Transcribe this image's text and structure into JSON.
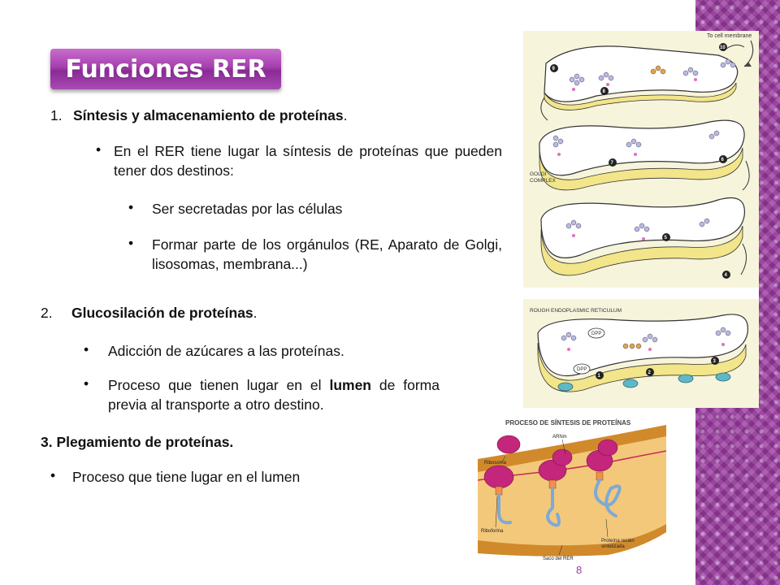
{
  "title": "Funciones RER",
  "section1": {
    "number": "1.",
    "heading": "Síntesis y almacenamiento de proteínas",
    "period": ".",
    "bullet1": "En el RER tiene lugar la síntesis de proteínas que pueden tener dos destinos:",
    "sub1": "Ser secretadas por las células",
    "sub2": "Formar parte de los orgánulos (RE, Aparato de Golgi, lisosomas, membrana...)"
  },
  "section2": {
    "number": "2.",
    "heading": "Glucosilación de proteínas",
    "period": ".",
    "bullet1": "Adicción de azúcares a las proteínas.",
    "bullet2_pre": "Proceso que tienen lugar en el ",
    "bullet2_bold": "lumen",
    "bullet2_post": " de forma previa al transporte a otro destino."
  },
  "section3": {
    "heading": "3. Plegamiento de proteínas.",
    "bullet1": "Proceso que tiene lugar en el lumen"
  },
  "figure_top": {
    "to_cell_membrane": "To cell membrane",
    "golgi_label_1": "GOLGI",
    "golgi_label_2": "COMPLEX",
    "rer_label": "ROUGH ENDOPLASMIC RETICULUM",
    "dpp1": "DPP",
    "dpp2": "DPP",
    "steps": [
      "1",
      "2",
      "3",
      "4",
      "5",
      "6",
      "7",
      "8",
      "9",
      "10"
    ]
  },
  "figure_bottom": {
    "title": "PROCESO DE SÍNTESIS DE PROTEÍNAS",
    "ribosoma": "Ribosoma",
    "arnm": "ARNm",
    "riboforina": "Riboforina",
    "proteina_1": "Proteína recién",
    "proteina_2": "sintetizada",
    "saco": "Saco del RER"
  },
  "page_number": "8",
  "colors": {
    "accent": "#9a3aa0",
    "title_bg": "#a540ae"
  }
}
